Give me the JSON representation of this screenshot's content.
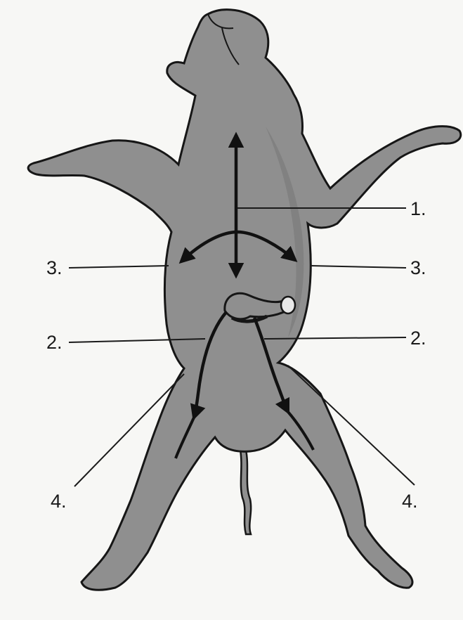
{
  "diagram": {
    "subject": "fetal-pig-ventral-view",
    "colors": {
      "background": "#f7f7f5",
      "body": "#8f8f8f",
      "body_shade": "#7a7a7a",
      "outline": "#161616",
      "arrow": "#111111",
      "leader": "#1a1a1a"
    },
    "labels": {
      "one": "1.",
      "two_left": "2.",
      "two_right": "2.",
      "three_left": "3.",
      "three_right": "3.",
      "four_left": "4.",
      "four_right": "4."
    }
  }
}
